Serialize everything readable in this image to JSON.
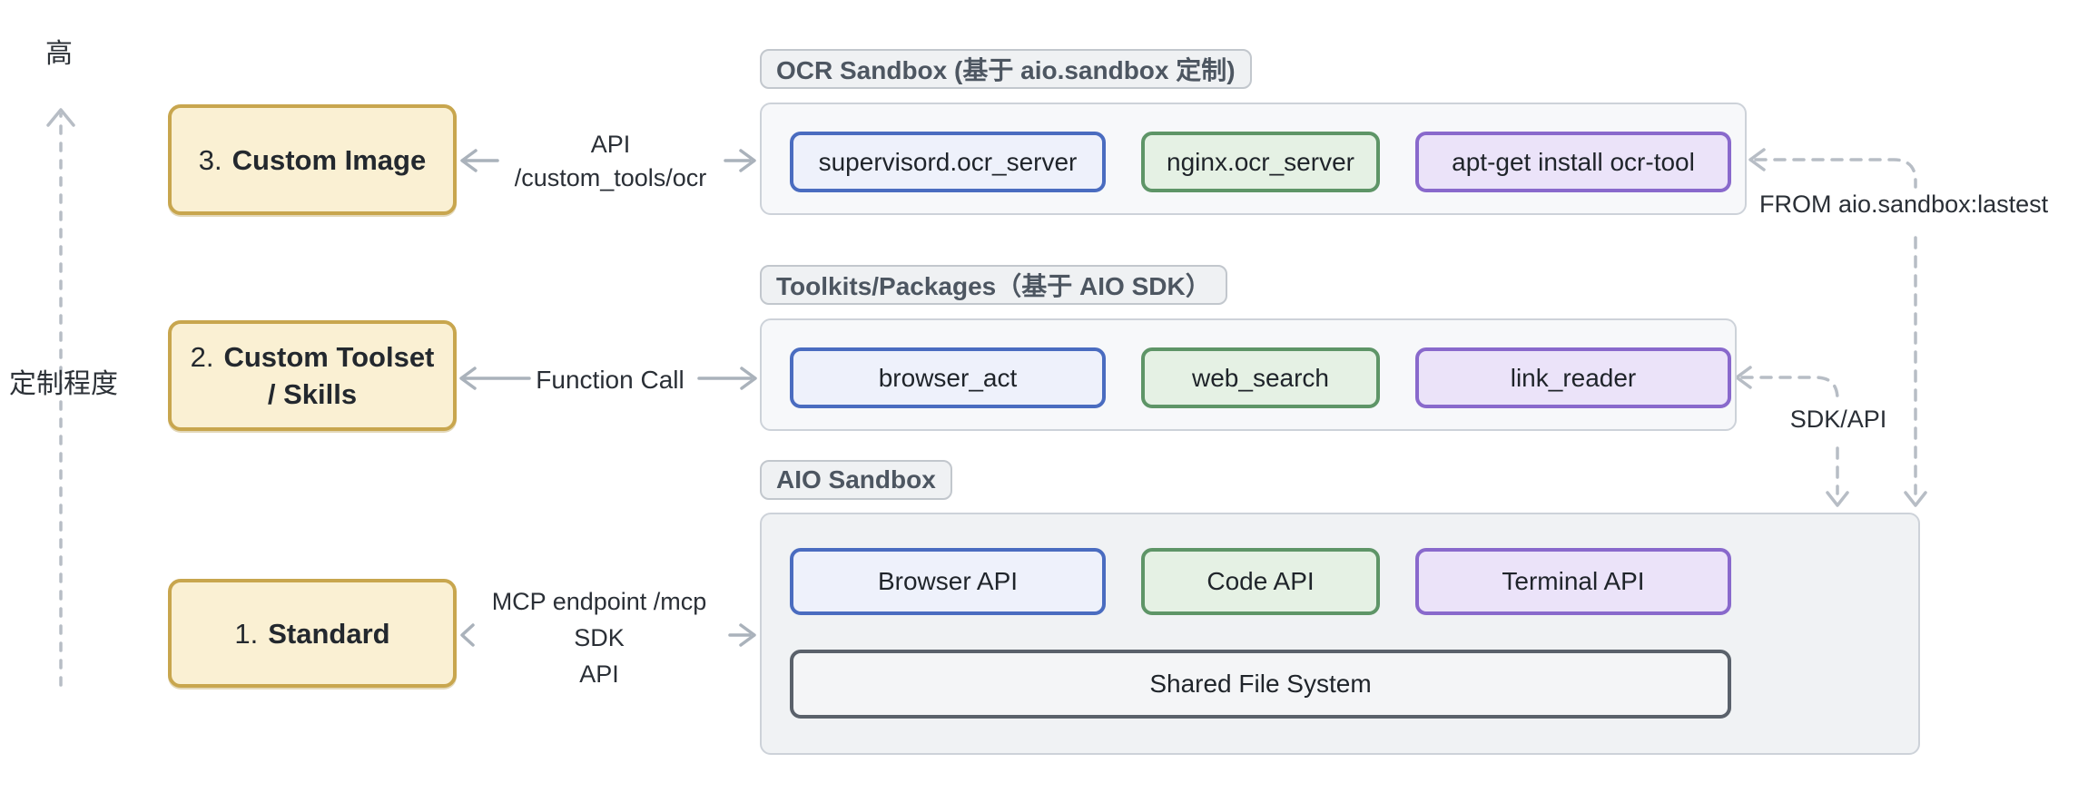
{
  "diagram": {
    "axis": {
      "top": "高",
      "label": "定制程度"
    },
    "levels": [
      {
        "number": "3.",
        "title": "Custom Image",
        "title2": ""
      },
      {
        "number": "2.",
        "title": "Custom Toolset",
        "title2": "/ Skills"
      },
      {
        "number": "1.",
        "title": "Standard",
        "title2": ""
      }
    ],
    "connectors": {
      "custom_image": {
        "line1": "API",
        "line2": "/custom_tools/ocr"
      },
      "custom_toolset": {
        "label": "Function Call"
      },
      "standard": {
        "line1": "MCP endpoint /mcp",
        "line2": "SDK",
        "line3": "API"
      }
    },
    "groups": [
      {
        "badge": "OCR Sandbox (基于 aio.sandbox 定制)",
        "boxes": [
          {
            "label": "supervisord.ocr_server"
          },
          {
            "label": "nginx.ocr_server"
          },
          {
            "label": "apt-get install ocr-tool"
          }
        ]
      },
      {
        "badge": "Toolkits/Packages（基于 AIO SDK）",
        "boxes": [
          {
            "label": "browser_act"
          },
          {
            "label": "web_search"
          },
          {
            "label": "link_reader"
          }
        ]
      },
      {
        "badge": "AIO Sandbox",
        "boxes": [
          {
            "label": "Browser API"
          },
          {
            "label": "Code API"
          },
          {
            "label": "Terminal API"
          }
        ],
        "shared": "Shared File System"
      }
    ],
    "right_notes": {
      "from_image": "FROM aio.sandbox:lastest",
      "sdk_api": "SDK/API"
    },
    "colors": {
      "yellow_border": "#c8a64e",
      "yellow_fill": "#faf0d3",
      "blue_border": "#4a6cc0",
      "blue_fill": "#eef1fb",
      "green_border": "#5e9567",
      "green_fill": "#e5f1e4",
      "purple_border": "#8969cc",
      "purple_fill": "#ebe3f9",
      "dark_border": "#5a616b",
      "container_fill": "#f7f8fa",
      "aio_container_fill": "#f0f2f4",
      "arrow_gray": "#aab2bb",
      "dashed_gray": "#b7bdc5"
    }
  }
}
